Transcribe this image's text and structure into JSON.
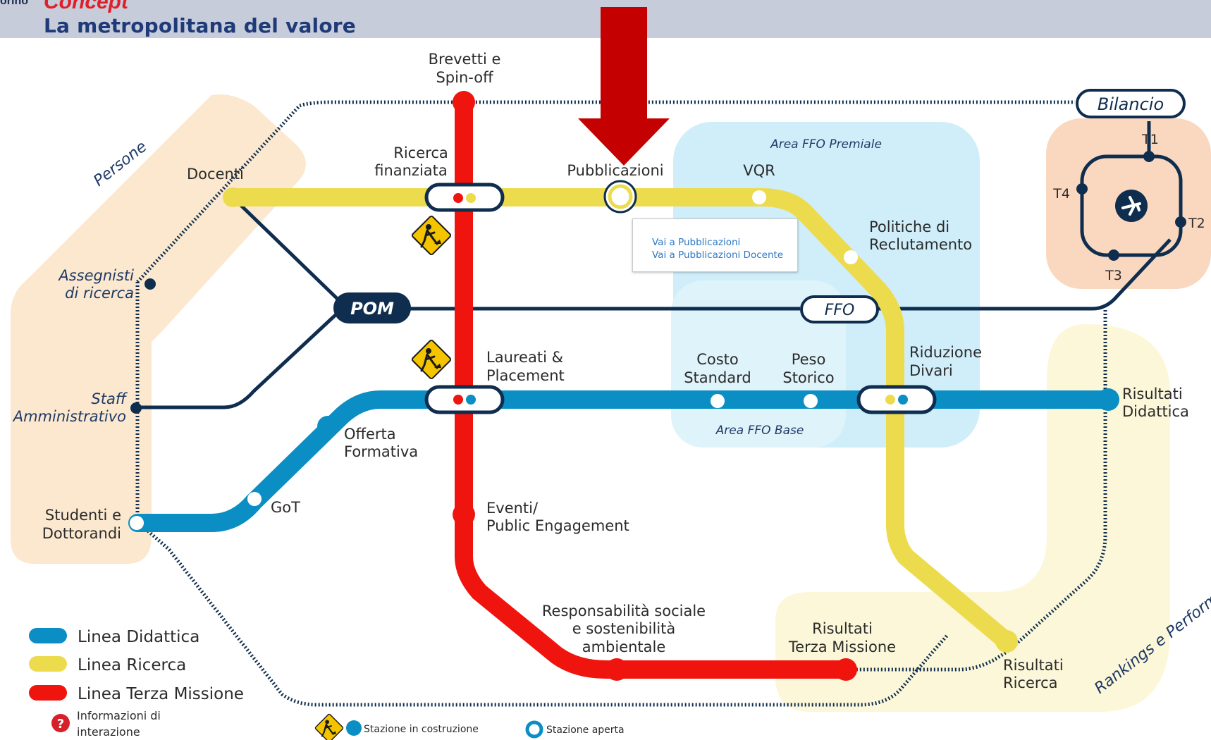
{
  "header": {
    "logo_text": "orino",
    "concept": "Concept",
    "title": "La metropolitana del valore"
  },
  "areas": {
    "persone": "Persone",
    "area_ffo_premiale": "Area FFO Premiale",
    "area_ffo_base": "Area FFO Base",
    "rankings": "Rankings e Performance"
  },
  "stations": {
    "brevetti": [
      "Brevetti e",
      "Spin-off"
    ],
    "ricerca_finanziata": [
      "Ricerca",
      "finanziata"
    ],
    "pubblicazioni": "Pubblicazioni",
    "vqr": "VQR",
    "docenti": "Docenti",
    "politiche": [
      "Politiche di",
      "Reclutamento"
    ],
    "assegnisti": [
      "Assegnisti",
      "di ricerca"
    ],
    "pom": "POM",
    "ffo": "FFO",
    "staff": [
      "Staff",
      "Amministrativo"
    ],
    "laureati": [
      "Laureati &",
      "Placement"
    ],
    "costo_standard": [
      "Costo",
      "Standard"
    ],
    "peso_storico": [
      "Peso",
      "Storico"
    ],
    "riduzione_divari": [
      "Riduzione",
      "Divari"
    ],
    "risultati_didattica": [
      "Risultati",
      "Didattica"
    ],
    "offerta_formativa": [
      "Offerta",
      "Formativa"
    ],
    "got": "GoT",
    "studenti": [
      "Studenti e",
      "Dottorandi"
    ],
    "eventi": [
      "Eventi/",
      "Public Engagement"
    ],
    "responsabilita": [
      "Responsabilità sociale",
      "e sostenibilità",
      "ambientale"
    ],
    "risultati_terza": [
      "Risultati",
      "Terza Missione"
    ],
    "risultati_ricerca": [
      "Risultati",
      "Ricerca"
    ],
    "bilancio": "Bilancio",
    "t1": "T1",
    "t2": "T2",
    "t3": "T3",
    "t4": "T4"
  },
  "popup": {
    "link1": "Vai a Pubblicazioni",
    "link2": "Vai a Pubblicazioni Docente"
  },
  "legend": {
    "didattica": "Linea Didattica",
    "ricerca": "Linea Ricerca",
    "terza": "Linea Terza Missione",
    "info": [
      "Informazioni di",
      "interazione"
    ],
    "in_costruzione": "Stazione in costruzione",
    "aperta": "Stazione aperta"
  },
  "colors": {
    "didattica": "#0a8ec4",
    "ricerca": "#eddb4e",
    "terza": "#f0140f",
    "navy": "#0f2d4e",
    "arrow": "#c40000",
    "persone_bg": "#fbe8cf",
    "premiale_bg": "#cfeefa",
    "base_bg": "#dff3fa",
    "rankings_bg": "#fcf7d8",
    "airport_bg": "#fad8bf"
  }
}
